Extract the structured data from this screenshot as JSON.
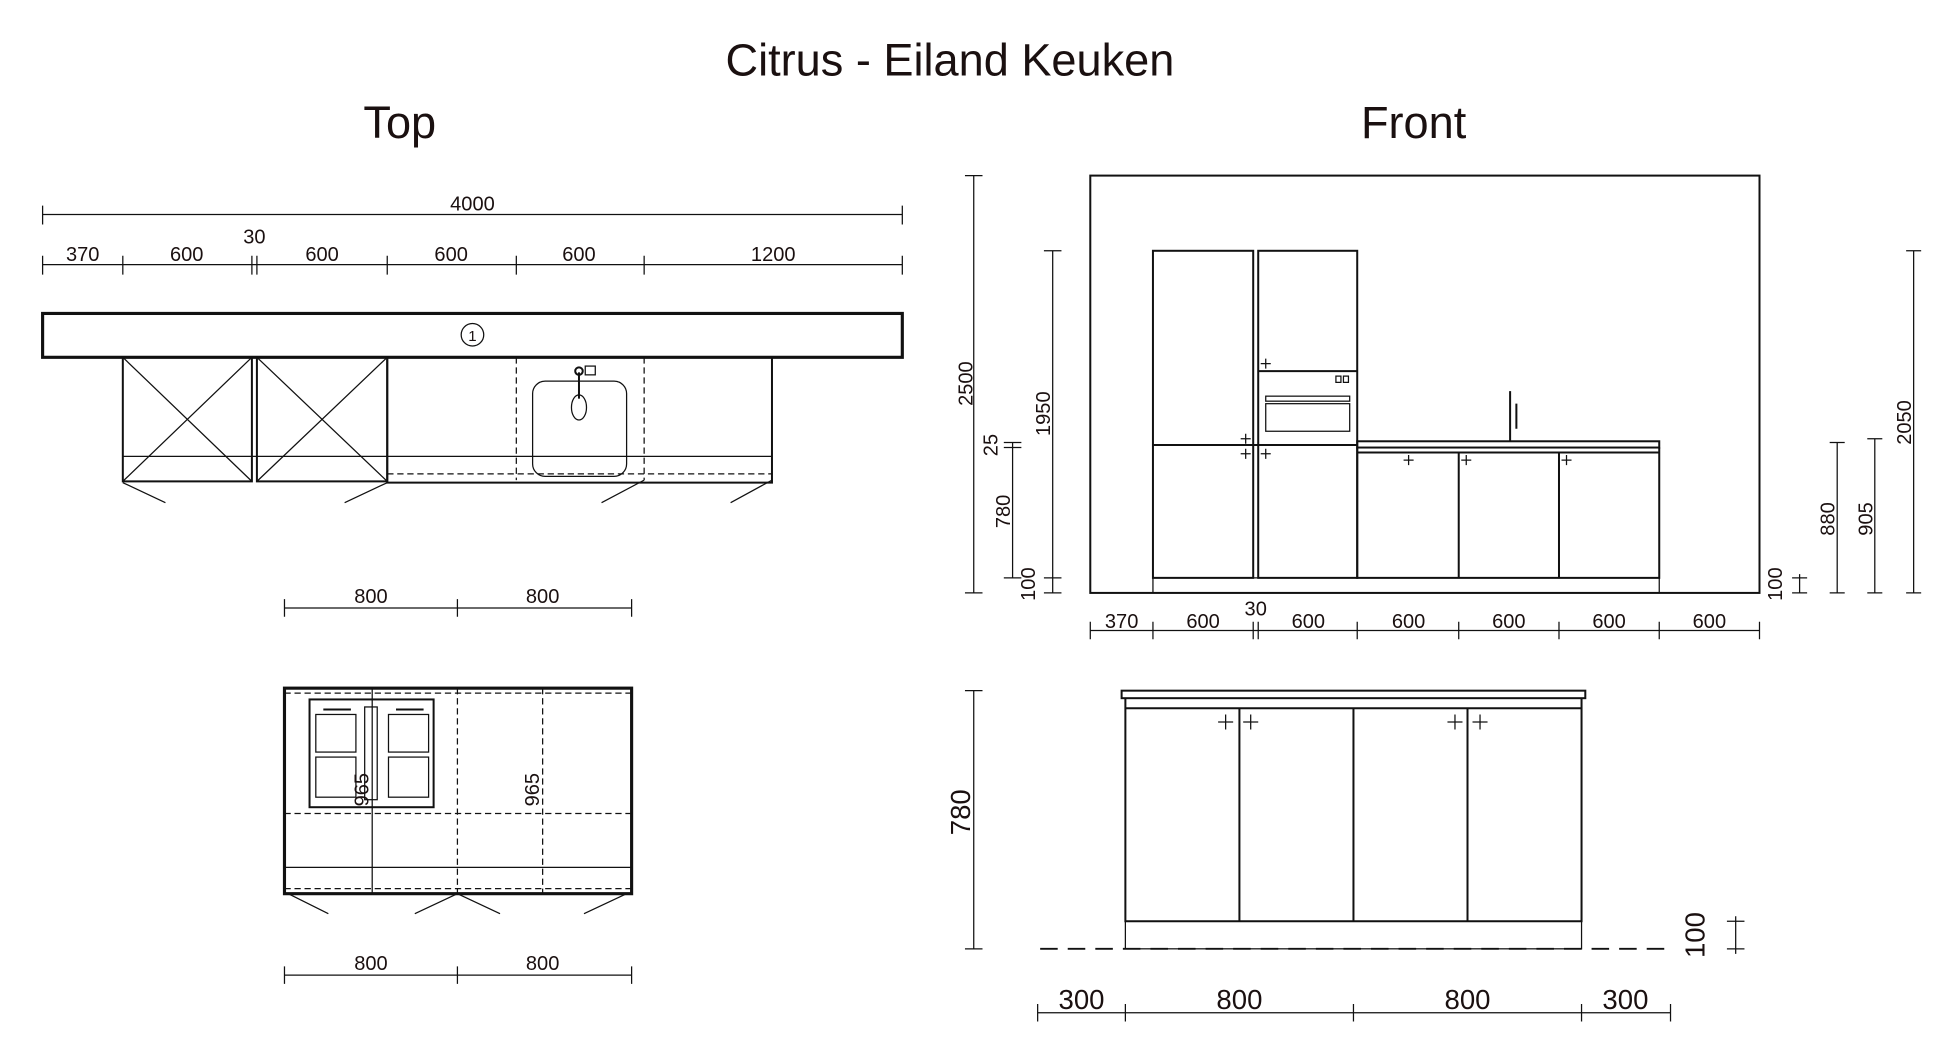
{
  "title": "Citrus - Eiland Keuken",
  "views": {
    "top": "Top",
    "front": "Front"
  },
  "top_plan": {
    "overall": "4000",
    "segments": [
      "370",
      "600",
      "30",
      "600",
      "600",
      "600",
      "1200"
    ],
    "marker": "1"
  },
  "island_top": {
    "top_dims": [
      "800",
      "800"
    ],
    "depths": [
      "965",
      "965"
    ],
    "bottom_dims": [
      "800",
      "800"
    ]
  },
  "front_wall": {
    "left_dims": {
      "height": "2500",
      "tall": "1950",
      "gap": "25",
      "base": "780",
      "plinth": "100"
    },
    "right_dims": {
      "plinth": "100",
      "counter": "880",
      "counter_top": "905",
      "top": "2050"
    },
    "bottom_dims": [
      "370",
      "600",
      "30",
      "600",
      "600",
      "600",
      "600",
      "600"
    ]
  },
  "island_front": {
    "height": "780",
    "plinth": "100",
    "bottom_dims": [
      "300",
      "800",
      "800",
      "300"
    ]
  }
}
